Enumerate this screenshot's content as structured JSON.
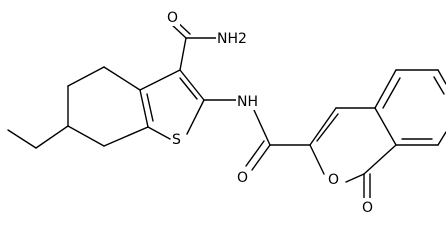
{
  "structure": {
    "atom_labels": {
      "amide_carbonyl_o": "O",
      "amide_nh2": "NH2",
      "linker_nh": "NH",
      "thiophene_s": "S",
      "linker_carbonyl_o": "O",
      "ring_o": "O",
      "lactone_carbonyl_o": "O"
    }
  },
  "colors": {
    "bond": "#000000",
    "text": "#000000",
    "background": "#ffffff"
  }
}
